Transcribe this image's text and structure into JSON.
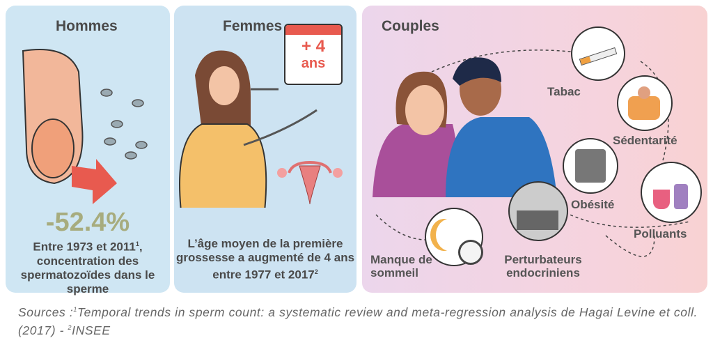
{
  "hommes": {
    "title": "Hommes",
    "stat": "-52.4%",
    "text_line1": "Entre 1973 et 2011",
    "text_sup": "1",
    "text_rest": ", concentration des spermatozoïdes dans le sperme"
  },
  "femmes": {
    "title": "Femmes",
    "calendar_line1": "+ 4",
    "calendar_line2": "ans",
    "text": "L’âge moyen de la première grossesse a augmenté de 4 ans entre 1977 et 2017",
    "text_sup": "2"
  },
  "couples": {
    "title": "Couples",
    "factors": [
      "Tabac",
      "Sédentarité",
      "Obésité",
      "Polluants",
      "Perturbateurs endocriniens",
      "Manque de sommeil"
    ]
  },
  "sources": {
    "prefix": "Sources :",
    "sup1": "1",
    "ref1": "Temporal trends in sperm count: a systematic review and meta-regression analysis de Hagai Levine et coll. (2017) - ",
    "sup2": "2",
    "ref2": "INSEE"
  },
  "colors": {
    "stat": "#a7ac7e",
    "arrow": "#e85a4f",
    "calendar": "#e85a4f"
  }
}
